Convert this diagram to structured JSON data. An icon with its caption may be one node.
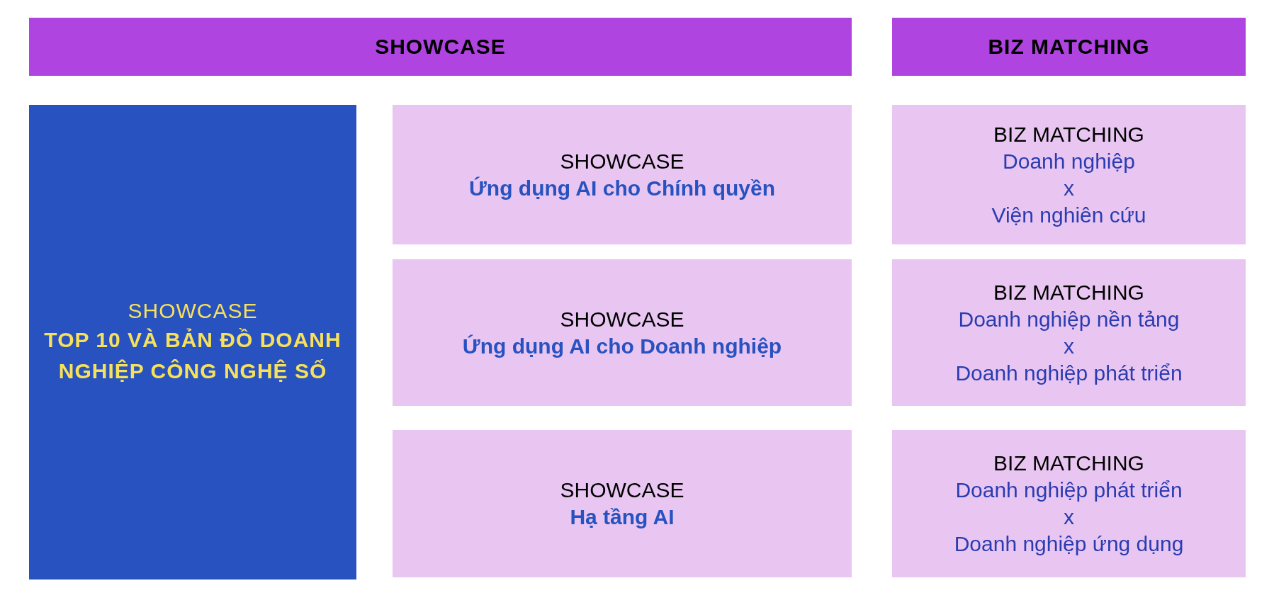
{
  "diagram": {
    "nodes": [
      {
        "text": [
          "SHOWCASE"
        ]
      },
      {
        "text": [
          "BIZ MATCHING"
        ]
      },
      {
        "text": [
          "SHOWCASE",
          "TOP 10 VÀ BẢN ĐỒ DOANH NGHIỆP CÔNG NGHỆ SỐ"
        ]
      },
      {
        "text": [
          "SHOWCASE",
          "Ứng dụng AI cho Chính quyền"
        ]
      },
      {
        "text": [
          "BIZ MATCHING",
          "Doanh nghiệp",
          "x",
          "Viện nghiên cứu"
        ]
      },
      {
        "text": [
          "SHOWCASE",
          "Ứng dụng AI cho Doanh nghiệp"
        ]
      },
      {
        "text": [
          "BIZ MATCHING",
          "Doanh nghiệp nền tảng",
          "x",
          "Doanh nghiệp phát triển"
        ]
      },
      {
        "text": [
          "SHOWCASE",
          "Hạ tầng AI"
        ]
      },
      {
        "text": [
          "BIZ MATCHING",
          "Doanh nghiệp phát triển",
          "x",
          "Doanh nghiệp ứng dụng"
        ]
      }
    ]
  }
}
